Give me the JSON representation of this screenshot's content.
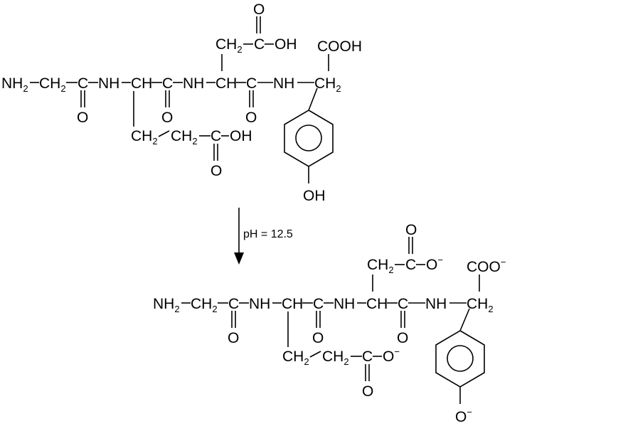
{
  "reaction": {
    "condition_label": "pH = 12.5"
  },
  "reactant": {
    "n_terminus": "NH",
    "n_terminus_sub": "2",
    "methylene": "CH",
    "methylene_sub": "2",
    "carbonyl_c": "C",
    "carbonyl_o": "O",
    "amide_nh": "NH",
    "alpha_ch": "CH",
    "side_chain_ch2": "CH",
    "side_chain_ch2_sub": "2",
    "acid_oh": "OH",
    "carboxyl": "COOH",
    "phenol_oh": "OH"
  },
  "product": {
    "n_terminus": "NH",
    "n_terminus_sub": "2",
    "methylene": "CH",
    "methylene_sub": "2",
    "carbonyl_c": "C",
    "carbonyl_o": "O",
    "amide_nh": "NH",
    "alpha_ch": "CH",
    "side_chain_ch2": "CH",
    "side_chain_ch2_sub": "2",
    "anion_o": "O",
    "charge": "−",
    "carboxylate": "COO",
    "phenolate_o": "O"
  }
}
